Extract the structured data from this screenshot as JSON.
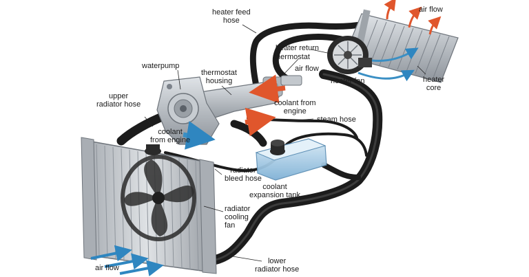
{
  "labels": {
    "heater_feed_hose": [
      "heater feed",
      "hose"
    ],
    "air_flow_top": "air flow",
    "heater_return": "heater return",
    "thermostat": "thermostat",
    "air_flow_mid": "air flow",
    "heater_fan": "heater fan",
    "heater_core": [
      "heater",
      "core"
    ],
    "waterpump": "waterpump",
    "thermostat_housing": [
      "thermostat",
      "housing"
    ],
    "upper_radiator_hose": [
      "upper",
      "radiator hose"
    ],
    "coolant_from_engine_right": [
      "coolant from",
      "engine"
    ],
    "steam_hose": "steam hose",
    "coolant_from_engine_left": [
      "coolant",
      "from engine"
    ],
    "radiator_bleed_hose": [
      "radiator",
      "bleed hose"
    ],
    "coolant_expansion_tank": [
      "coolant",
      "expansion tank"
    ],
    "radiator_cooling_fan": [
      "radiator",
      "cooling",
      "fan"
    ],
    "lower_radiator_hose": [
      "lower",
      "radiator hose"
    ],
    "air_flow_bottom": "air flow"
  },
  "colors": {
    "hose": "#1c1c1c",
    "hose_highlight": "#4a4a4a",
    "metal": "#b9bec4",
    "metal_dark": "#8b9097",
    "radiator_fin": "#c9ccd0",
    "tank": "#9fc3de",
    "hot_arrow": "#e0562c",
    "cold_arrow": "#3a8fc4"
  }
}
